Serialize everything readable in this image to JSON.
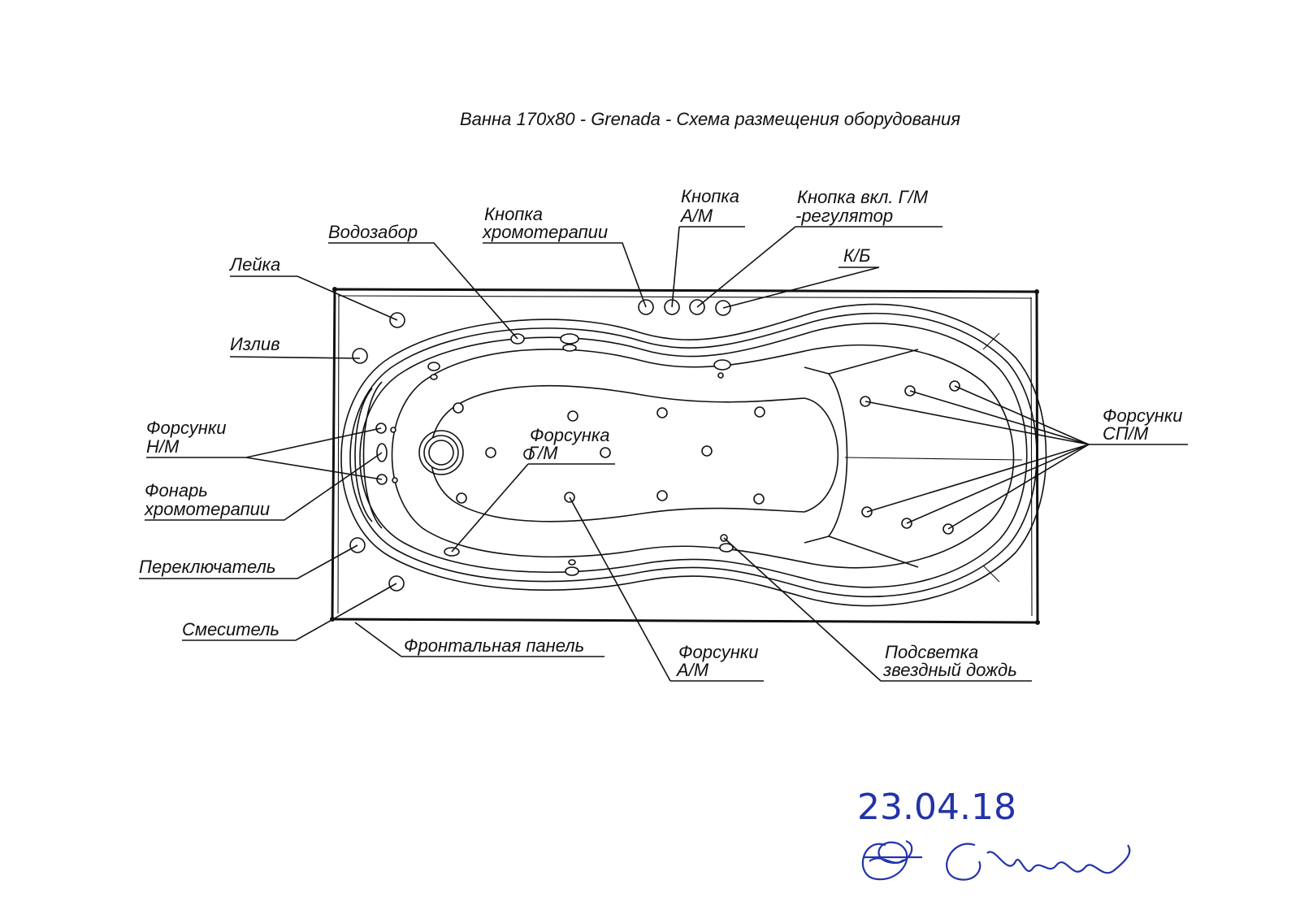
{
  "title": "Ванна 170х80 - Grenada - Схема размещения оборудования",
  "labels": {
    "vodozabor": "Водозабор",
    "knopka_hromo_1": "Кнопка",
    "knopka_hromo_2": "хромотерапии",
    "knopka_am_1": "Кнопка",
    "knopka_am_2": "А/М",
    "knopka_gm_1": "Кнопка вкл. Г/М",
    "knopka_gm_2": "-регулятор",
    "kb": "К/Б",
    "leyka": "Лейка",
    "izliv": "Излив",
    "forsunki_nm_1": "Форсунки",
    "forsunki_nm_2": "Н/М",
    "fonar_1": "Фонарь",
    "fonar_2": "хромотерапии",
    "pereklyuchatel": "Переключатель",
    "smesitel": "Смеситель",
    "frontalnaya": "Фронтальная панель",
    "forsunka_gm_1": "Форсунка",
    "forsunka_gm_2": "Г/М",
    "forsunki_am_1": "Форсунки",
    "forsunki_am_2": "А/М",
    "podsvetka_1": "Подсветка",
    "podsvetka_2": "звездный дождь",
    "forsunki_spm_1": "Форсунки",
    "forsunki_spm_2": "СП/М"
  },
  "handwritten": {
    "date": "23.04.18",
    "signature": "Сарычев"
  },
  "colors": {
    "ink": "#111111",
    "pen": "#2233aa"
  }
}
